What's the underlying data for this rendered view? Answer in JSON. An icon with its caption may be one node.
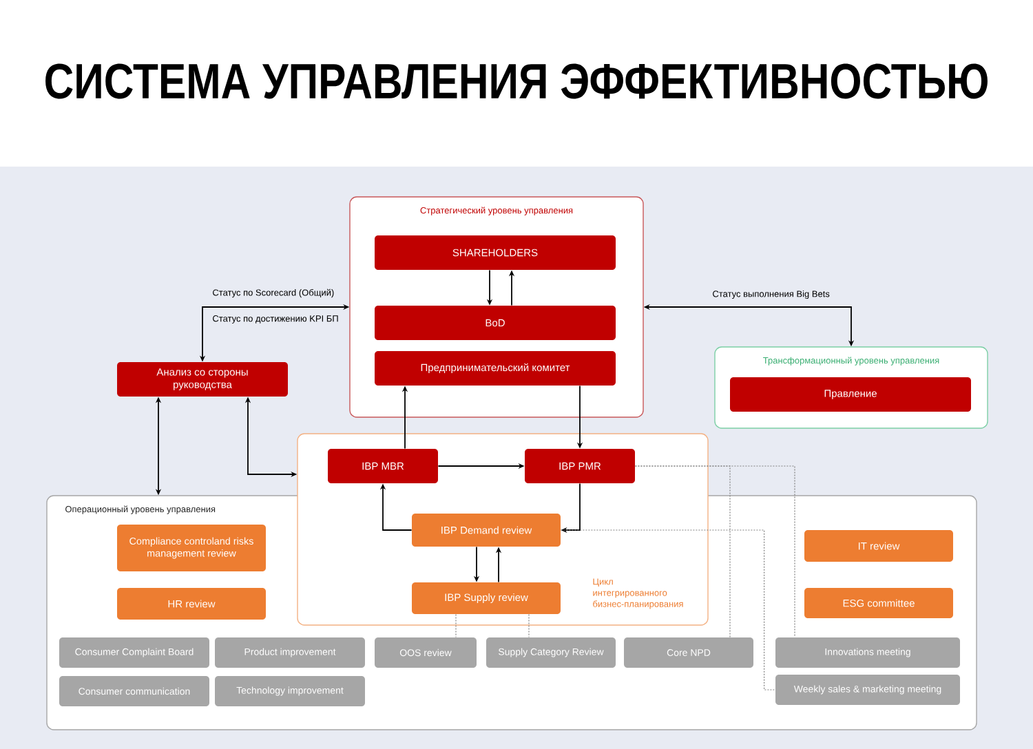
{
  "diagram": {
    "title": "СИСТЕМА УПРАВЛЕНИЯ ЭФФЕКТИВНОСТЬЮ",
    "nodes": [
      {
        "text": [
          "Стратегический уровень управления"
        ]
      },
      {
        "text": [
          "SHAREHOLDERS"
        ],
        "in": 0
      },
      {
        "text": [
          "BoD"
        ],
        "in": 0
      },
      {
        "text": [
          "Предпринимательский комитет"
        ],
        "in": 0
      },
      {
        "text": [
          "Трансформационный уровень управления"
        ]
      },
      {
        "text": [
          "Правление"
        ],
        "in": 4
      },
      {
        "text": [
          "Анализ со стороны руководства"
        ]
      },
      {
        "text": [
          "Цикл интегрированного бизнес-планирования"
        ]
      },
      {
        "text": [
          "IBP MBR"
        ],
        "in": 7
      },
      {
        "text": [
          "IBP PMR"
        ],
        "in": 7
      },
      {
        "text": [
          "IBP Demand review"
        ]
      },
      {
        "text": [
          "IBP Supply review"
        ]
      },
      {
        "text": [
          "Операционный уровень управления"
        ]
      },
      {
        "text": [
          "Compliance controland risks management review"
        ],
        "in": 12
      },
      {
        "text": [
          "HR review"
        ],
        "in": 12
      },
      {
        "text": [
          "IT review"
        ],
        "in": 12
      },
      {
        "text": [
          "ESG committee"
        ],
        "in": 12
      },
      {
        "text": [
          "Consumer Complaint Board"
        ],
        "in": 12
      },
      {
        "text": [
          "Product improvement"
        ],
        "in": 12
      },
      {
        "text": [
          "OOS review"
        ],
        "in": 12
      },
      {
        "text": [
          "Supply Category Review"
        ],
        "in": 12
      },
      {
        "text": [
          "Core NPD"
        ],
        "in": 12
      },
      {
        "text": [
          "Innovations meeting"
        ],
        "in": 12
      },
      {
        "text": [
          "Consumer communication"
        ],
        "in": 12
      },
      {
        "text": [
          "Technology improvement"
        ],
        "in": 12
      },
      {
        "text": [
          "Weekly sales & marketing meeting"
        ],
        "in": 12
      }
    ],
    "edges": [
      {
        "from": 6,
        "to": 0,
        "arrow": "both",
        "label": "Статус по Scorecard (Общий)"
      },
      {
        "from": 1,
        "to": 2,
        "arrow": "to"
      },
      {
        "from": 2,
        "to": 1,
        "arrow": "to"
      },
      {
        "from": 0,
        "to": 4,
        "arrow": "both",
        "label": "Статус выполнения Big Bets"
      },
      {
        "from": 8,
        "to": 3,
        "arrow": "to"
      },
      {
        "from": 3,
        "to": 9,
        "arrow": "to"
      },
      {
        "from": 6,
        "to": 12,
        "arrow": "both"
      },
      {
        "from": 6,
        "to": 7,
        "arrow": "both"
      },
      {
        "from": 8,
        "to": 9,
        "arrow": "to"
      },
      {
        "from": 9,
        "to": 10,
        "arrow": "to"
      },
      {
        "from": 10,
        "to": 8,
        "arrow": "to"
      },
      {
        "from": 10,
        "to": 11,
        "arrow": "to"
      },
      {
        "from": 11,
        "to": 10,
        "arrow": "to"
      },
      {
        "from": 9,
        "to": 21,
        "arrow": "none",
        "style": "dashed",
        "color": "#7f7f7f"
      },
      {
        "from": 9,
        "to": 22,
        "arrow": "none",
        "style": "dashed",
        "color": "#7f7f7f"
      },
      {
        "from": 10,
        "to": 25,
        "arrow": "none",
        "style": "dashed",
        "color": "#7f7f7f"
      },
      {
        "from": 11,
        "to": 19,
        "arrow": "none",
        "style": "dashed",
        "color": "#7f7f7f"
      },
      {
        "from": 11,
        "to": 20,
        "arrow": "none",
        "style": "dashed",
        "color": "#7f7f7f"
      }
    ],
    "labels": [
      "Статус по достижению KPI БП"
    ]
  }
}
